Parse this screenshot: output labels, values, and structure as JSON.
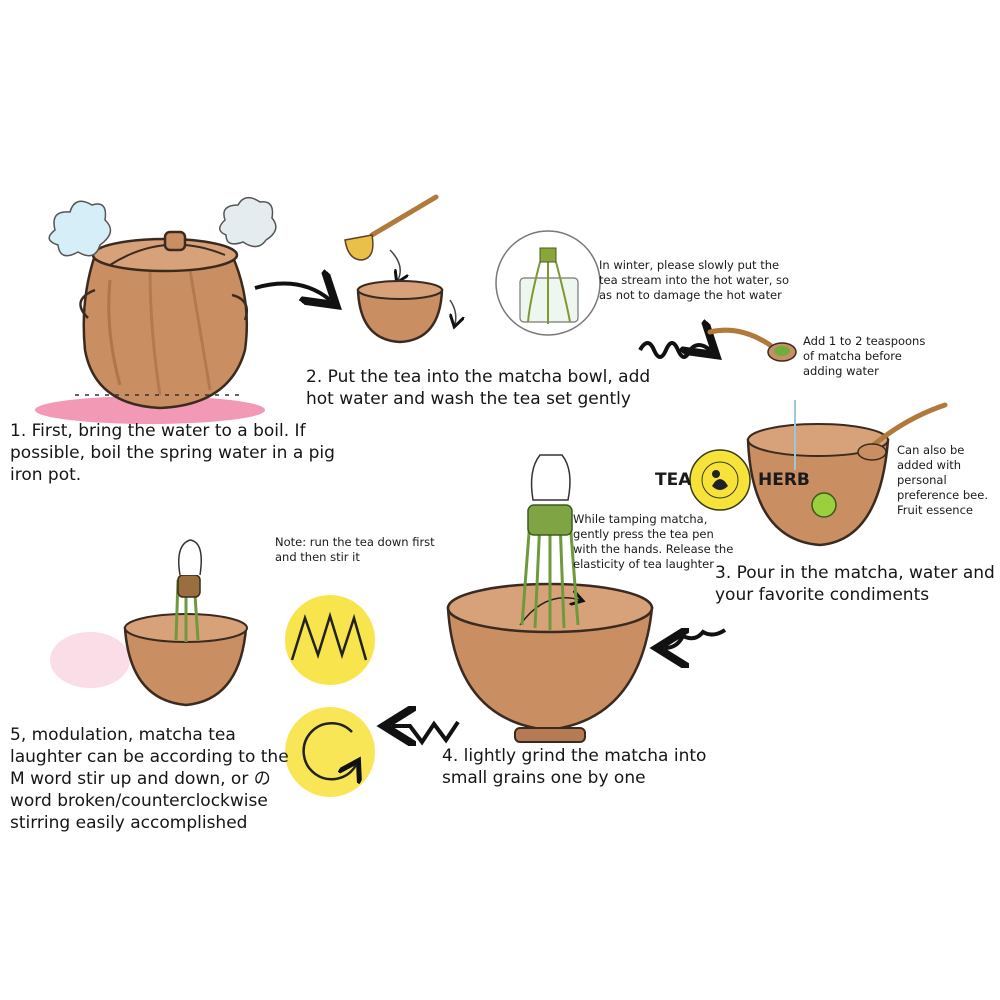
{
  "steps": {
    "step1": "1. First, bring the water to a boil. If\npossible, boil the spring water in a pig\niron pot.",
    "step2": "2. Put the tea into the matcha bowl, add\nhot water and wash the tea set gently",
    "step3": "3. Pour in the matcha, water and\nyour favorite condiments",
    "step4": "4. lightly grind the matcha into\nsmall grains one by one",
    "step5": "5, modulation, matcha tea\nlaughter can be according to the\nM word stir up and down, or の\nword broken/counterclockwise\nstirring easily accomplished"
  },
  "notes": {
    "winter": "In winter, please slowly put the\ntea stream into the hot water, so\nas not to damage the hot water",
    "teaspoons": "Add 1 to 2 teaspoons\nof matcha before\nadding water",
    "condiments": "Can also be\nadded with\npersonal\npreference bee.\nFruit essence",
    "tamping": "While tamping matcha,\ngently press the tea pen\nwith the hands. Release the\nelasticity of tea laughter",
    "stir": "Note: run the tea down first\nand then stir it"
  },
  "brand": {
    "left": "TEA",
    "right": "HERB"
  },
  "colors": {
    "bowl": "#c98f63",
    "bowl_dark": "#a4633b",
    "whisk": "#6f9a3c",
    "matcha": "#8fbf3e",
    "yellow": "#f7e23a",
    "pink": "#e8457a",
    "ink": "#222222"
  }
}
